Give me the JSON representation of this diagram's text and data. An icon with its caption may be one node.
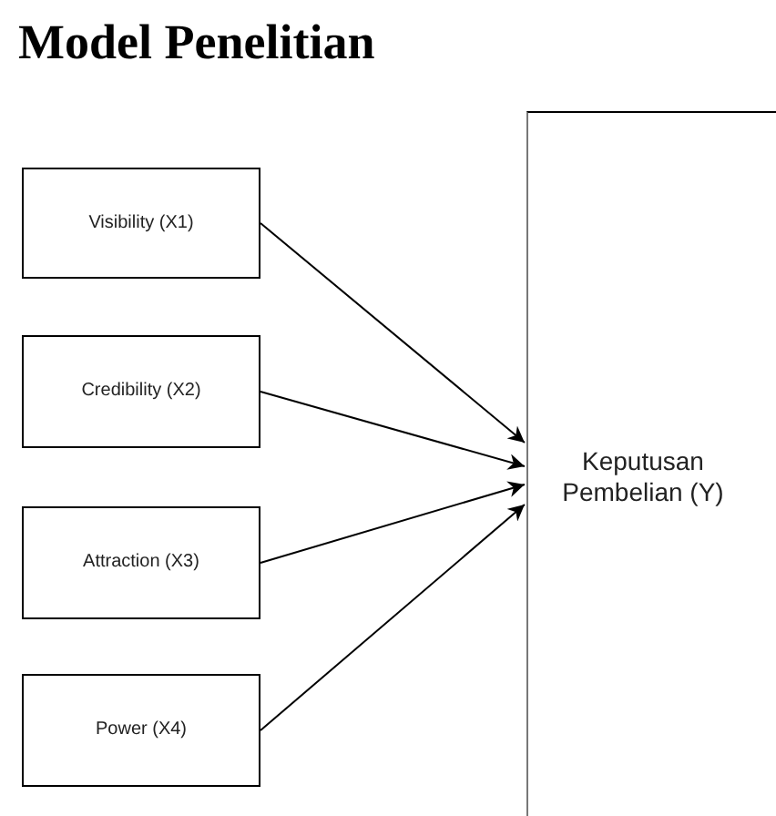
{
  "diagram": {
    "title": "Model Penelitian",
    "nodes": [
      {
        "text": [
          "Visibility (X1)"
        ]
      },
      {
        "text": [
          "Credibility (X2)"
        ]
      },
      {
        "text": [
          "Attraction (X3)"
        ]
      },
      {
        "text": [
          "Power (X4)"
        ]
      },
      {
        "text": [
          "Keputusan Pembelian (Y)"
        ]
      }
    ],
    "edges": [
      {
        "from": 0,
        "to": 4,
        "arrow": "to"
      },
      {
        "from": 1,
        "to": 4,
        "arrow": "to"
      },
      {
        "from": 2,
        "to": 4,
        "arrow": "to"
      },
      {
        "from": 3,
        "to": 4,
        "arrow": "to"
      }
    ]
  }
}
